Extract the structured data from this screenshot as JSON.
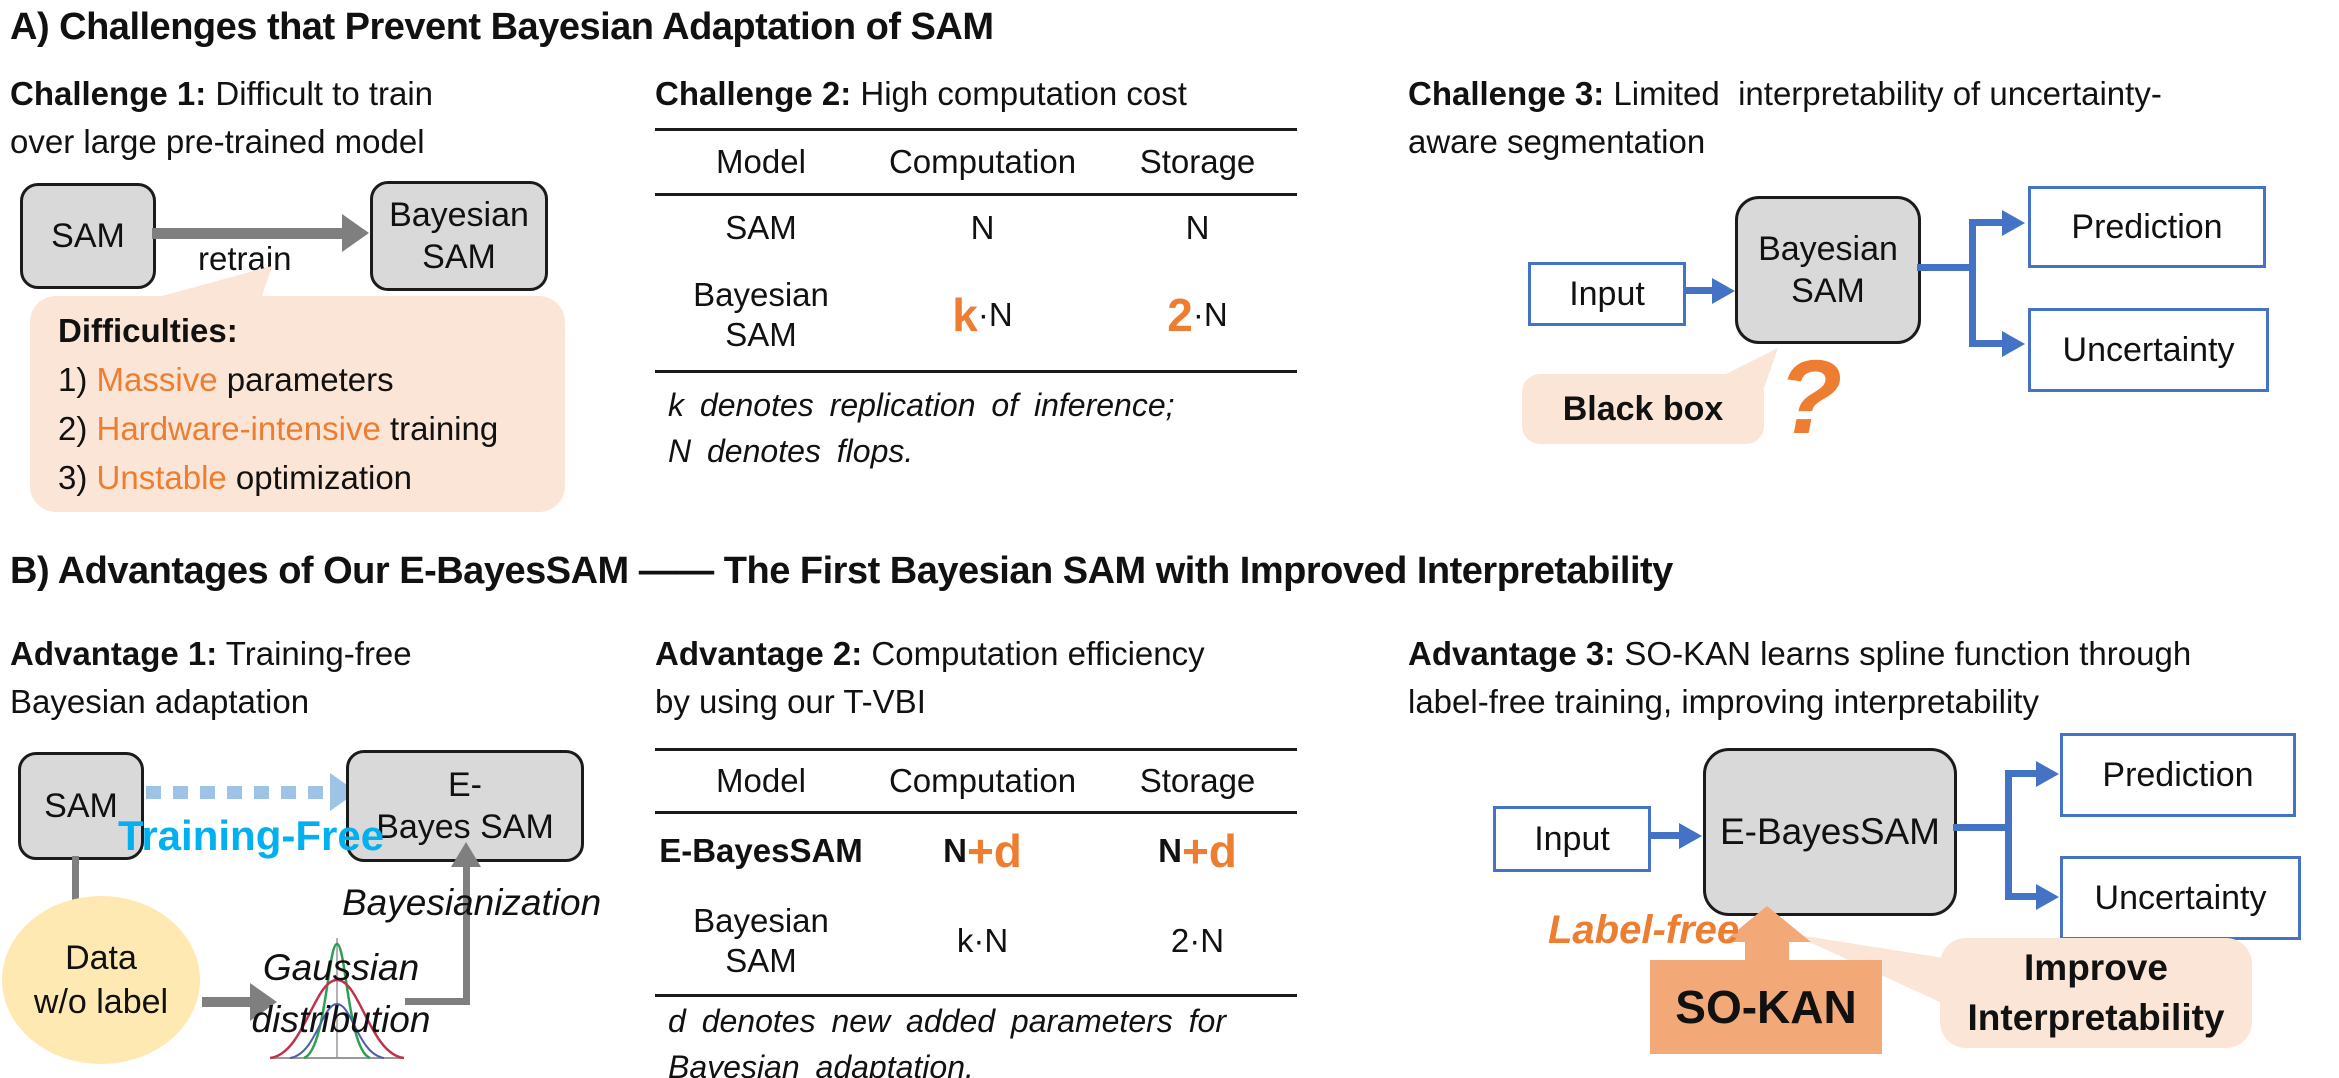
{
  "colors": {
    "accent_orange": "#ED7D31",
    "accent_cyan": "#00B0F0",
    "accent_blue": "#4472C4",
    "light_blue_dash": "#9DC3E6",
    "box_gray": "#D9D9D9",
    "arrow_gray": "#7F7F7F",
    "bubble_peach": "#FBE5D6",
    "sokan_orange": "#F2A877",
    "data_yellow": "#FFE9B3"
  },
  "section_a": {
    "title": "A) Challenges that Prevent Bayesian Adaptation of SAM",
    "challenge1": {
      "heading_bold": "Challenge 1:",
      "heading_rest1": " Difficult to train",
      "heading_rest2": "over large pre-trained model",
      "sam_box": "SAM",
      "arrow_label": "retrain",
      "bayes_box_l1": "Bayesian",
      "bayes_box_l2": "SAM",
      "bubble_title": "Difficulties:",
      "items": [
        {
          "prefix": "1) ",
          "highlight": "Massive",
          "rest": " parameters"
        },
        {
          "prefix": "2) ",
          "highlight": "Hardware-intensive",
          "rest": " training"
        },
        {
          "prefix": "3) ",
          "highlight": "Unstable",
          "rest": " optimization"
        }
      ]
    },
    "challenge2": {
      "heading_bold": "Challenge 2:",
      "heading_rest1": " High computation cost",
      "table": {
        "headers": [
          "Model",
          "Computation",
          "Storage"
        ],
        "row1": {
          "model": "SAM",
          "computation": "N",
          "storage": "N"
        },
        "row2": {
          "model_l1": "Bayesian",
          "model_l2": "SAM",
          "comp_highlight": "k",
          "comp_rest": "·N",
          "stor_highlight": "2",
          "stor_rest": "·N"
        },
        "footnote_l1": "k denotes replication of inference;",
        "footnote_l2": "N denotes flops."
      }
    },
    "challenge3": {
      "heading_bold": "Challenge 3:",
      "heading_rest1": " Limited  interpretability of uncertainty-",
      "heading_rest2": "aware segmentation",
      "input_box": "Input",
      "model_box_l1": "Bayesian",
      "model_box_l2": "SAM",
      "prediction_box": "Prediction",
      "uncertainty_box": "Uncertainty",
      "bubble_label": "Black box",
      "question_mark": "?"
    }
  },
  "section_b": {
    "title": "B) Advantages of Our E-BayesSAM —— The First Bayesian SAM with Improved Interpretability",
    "advantage1": {
      "heading_bold": "Advantage 1:",
      "heading_rest1": " Training-free",
      "heading_rest2": "Bayesian adaptation",
      "sam_box": "SAM",
      "arrow_label": "Training-Free",
      "ebayes_box_l1": "E-",
      "ebayes_box_l2": "Bayes SAM",
      "data_l1": "Data",
      "data_l2": "w/o label",
      "gaussian_l1": "Gaussian",
      "gaussian_l2": "distribution",
      "bayesianization_label": "Bayesianization"
    },
    "advantage2": {
      "heading_bold": "Advantage 2:",
      "heading_rest1": " Computation efficiency",
      "heading_rest2": "by using our T-VBI",
      "table": {
        "headers": [
          "Model",
          "Computation",
          "Storage"
        ],
        "row1": {
          "model": "E-BayesSAM",
          "comp_base": "N",
          "comp_highlight": "+d",
          "stor_base": "N",
          "stor_highlight": "+d"
        },
        "row2": {
          "model_l1": "Bayesian",
          "model_l2": "SAM",
          "computation": "k·N",
          "storage": "2·N"
        },
        "footnote_l1": "d denotes new added parameters for",
        "footnote_l2": "Bayesian adaptation."
      }
    },
    "advantage3": {
      "heading_bold": "Advantage 3:",
      "heading_rest1": " SO-KAN learns spline function through",
      "heading_rest2": "label-free training, improving interpretability",
      "input_box": "Input",
      "model_box": "E-BayesSAM",
      "prediction_box": "Prediction",
      "uncertainty_box": "Uncertainty",
      "label_free": "Label-free",
      "sokan_box": "SO-KAN",
      "improve_l1": "Improve",
      "improve_l2": "Interpretability"
    }
  }
}
